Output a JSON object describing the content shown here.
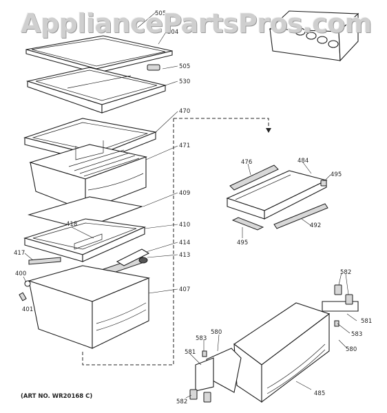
{
  "watermark": "AppliancePartsPros.com",
  "art_number": "(ART NO. WR20168 C)",
  "callouts": {
    "c505a": "505",
    "c504": "504",
    "c505b": "505",
    "c530": "530",
    "c470": "470",
    "c471": "471",
    "c409": "409",
    "c418": "418",
    "c410": "410",
    "c414": "414",
    "c417": "417",
    "c413": "413",
    "c400": "400",
    "c401": "401",
    "c407": "407",
    "c476": "476",
    "c484": "484",
    "c495a": "495",
    "c495b": "495",
    "c492": "492",
    "c582a": "582",
    "c581a": "581",
    "c583a": "583",
    "c580a": "580",
    "c583b": "583",
    "c580b": "580",
    "c581b": "581",
    "c485": "485",
    "c582b": "582"
  },
  "icons": [
    "dashed-arrow-down-icon"
  ]
}
